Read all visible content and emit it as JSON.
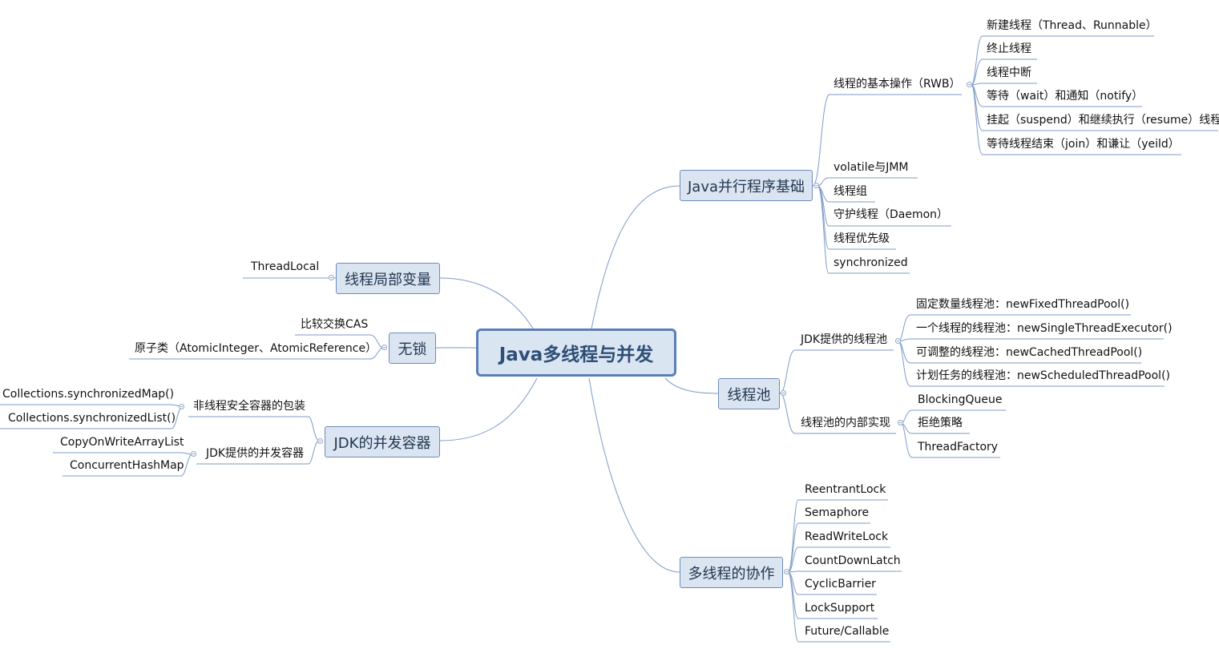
{
  "colors": {
    "line": "#7e9bc6",
    "node_fill": "#dbe5f1",
    "node_border": "#6d8cba",
    "root_border": "#5a7fb6"
  },
  "root": "Java多线程与并发",
  "branches": {
    "basics": {
      "title": "Java并行程序基础",
      "ops": {
        "title": "线程的基本操作（RWB）",
        "items": [
          "新建线程（Thread、Runnable）",
          "终止线程",
          "线程中断",
          "等待（wait）和通知（notify）",
          "挂起（suspend）和继续执行（resume）线程",
          "等待线程结束（join）和谦让（yeild）"
        ]
      },
      "items": [
        "volatile与JMM",
        "线程组",
        "守护线程（Daemon）",
        "线程优先级",
        "synchronized"
      ]
    },
    "pool": {
      "title": "线程池",
      "jdk": {
        "title": "JDK提供的线程池",
        "items": [
          "固定数量线程池：newFixedThreadPool()",
          "一个线程的线程池：newSingleThreadExecutor()",
          "可调整的线程池：newCachedThreadPool()",
          "计划任务的线程池：newScheduledThreadPool()"
        ]
      },
      "inner": {
        "title": "线程池的内部实现",
        "items": [
          "BlockingQueue",
          "拒绝策略",
          "ThreadFactory"
        ]
      }
    },
    "collab": {
      "title": "多线程的协作",
      "items": [
        "ReentrantLock",
        "Semaphore",
        "ReadWriteLock",
        "CountDownLatch",
        "CyclicBarrier",
        "LockSupport",
        "Future/Callable"
      ]
    },
    "threadlocal": {
      "title": "线程局部变量",
      "items": [
        "ThreadLocal"
      ]
    },
    "lockfree": {
      "title": "无锁",
      "items": [
        "比较交换CAS",
        "原子类（AtomicInteger、AtomicReference）"
      ]
    },
    "containers": {
      "title": "JDK的并发容器",
      "wrap": {
        "title": "非线程安全容器的包装",
        "items": [
          "Collections.synchronizedMap()",
          "Collections.synchronizedList()"
        ]
      },
      "conc": {
        "title": "JDK提供的并发容器",
        "items": [
          "CopyOnWriteArrayList",
          "ConcurrentHashMap"
        ]
      }
    }
  }
}
